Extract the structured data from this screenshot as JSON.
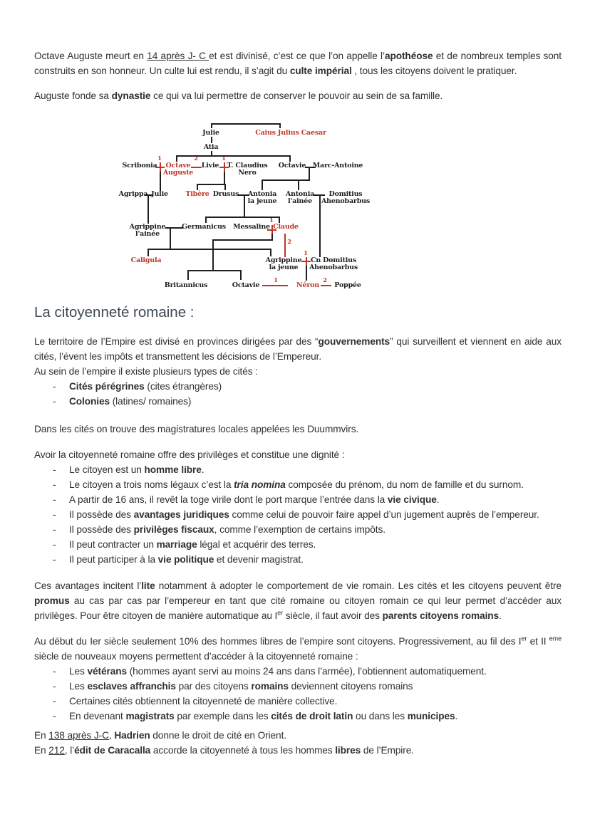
{
  "heading": "La citoyenneté romaine :",
  "colors": {
    "tree_red": "#bd3627",
    "heading": "#3e4953",
    "body_text": "#303030"
  },
  "lists": {
    "bullet": "-"
  },
  "paragraphs": {
    "p1": [
      {
        "t": "Octave Auguste meurt en "
      },
      {
        "t": "14 après J- C ",
        "u": true
      },
      {
        "t": "et est divinisé, c’est ce que l’on appelle l’"
      },
      {
        "t": "apothéose",
        "b": true
      },
      {
        "t": " et de nombreux temples sont construits en son honneur. Un culte lui est rendu, il s’agit du "
      },
      {
        "t": "culte impérial",
        "b": true
      },
      {
        "t": " , tous les citoyens doivent le pratiquer."
      }
    ],
    "p2": [
      {
        "t": "Auguste fonde sa "
      },
      {
        "t": "dynastie",
        "b": true
      },
      {
        "t": " ce qui va lui permettre de conserver le pouvoir au sein de sa famille."
      }
    ],
    "territory": [
      {
        "t": "Le territoire de l’Empire est divisé en provinces dirigées par des “"
      },
      {
        "t": "gouvernements",
        "b": true
      },
      {
        "t": "” qui surveillent et viennent en aide aux cités, l’évent les impôts et transmettent les décisions de l’Empereur."
      }
    ],
    "territory2": [
      {
        "t": " Au sein de l’empire il existe plusieurs types de cités :"
      }
    ],
    "duummvirs": [
      {
        "t": "Dans les cités on trouve des magistratures locales appelées les Duummvirs."
      }
    ],
    "privileges_intro": [
      {
        "t": "Avoir la citoyenneté romaine offre des privilèges et constitue une dignité :"
      }
    ],
    "elite": [
      {
        "t": "Ces avantages incitent l’"
      },
      {
        "t": "lite",
        "b": true
      },
      {
        "t": " notamment à adopter le comportement de vie romain. Les cités et les citoyens peuvent être "
      },
      {
        "t": "promus",
        "b": true
      },
      {
        "t": " au cas par cas par l’empereur en tant que cité romaine ou citoyen romain ce qui leur permet d’accéder aux privilèges. Pour être citoyen de manière automatique au I"
      },
      {
        "t": "er",
        "sup": true
      },
      {
        "t": " siècle, il faut avoir des "
      },
      {
        "t": "parents citoyens romains",
        "b": true
      },
      {
        "t": "."
      }
    ],
    "progress": [
      {
        "t": "Au début du Ier siècle seulement 10% des hommes libres de l’empire sont citoyens. Progressivement, au fil des I"
      },
      {
        "t": "er",
        "sup": true
      },
      {
        "t": " et II "
      },
      {
        "t": "eme",
        "sup": true
      },
      {
        "t": " siècle de nouveaux moyens permettent d’accéder à la citoyenneté romaine :"
      }
    ],
    "hadrien": [
      {
        "t": "En "
      },
      {
        "t": "138 après J-C",
        "u": true
      },
      {
        "t": ", "
      },
      {
        "t": "Hadrien",
        "b": true
      },
      {
        "t": " donne le droit de cité en Orient."
      }
    ],
    "caracalla": [
      {
        "t": "En "
      },
      {
        "t": "212",
        "u": true
      },
      {
        "t": ", l’"
      },
      {
        "t": "édit de Caracalla",
        "b": true
      },
      {
        "t": " accorde la citoyenneté à tous les hommes "
      },
      {
        "t": "libres",
        "b": true
      },
      {
        "t": " de l’Empire."
      }
    ]
  },
  "list_items": {
    "cities": [
      [
        {
          "t": "Cités pérégrines",
          "b": true
        },
        {
          "t": " (cites étrangères)"
        }
      ],
      [
        {
          "t": "Colonies",
          "b": true
        },
        {
          "t": " (latines/ romaines)"
        }
      ]
    ],
    "privileges": [
      [
        {
          "t": "Le citoyen est un "
        },
        {
          "t": "homme libre",
          "b": true
        },
        {
          "t": "."
        }
      ],
      [
        {
          "t": "Le citoyen a trois noms légaux c’est la "
        },
        {
          "t": "tria nomina",
          "b": true,
          "i": true
        },
        {
          "t": " composée du prénom, du nom de famille et du surnom."
        }
      ],
      [
        {
          "t": "A partir de 16 ans, il revêt la toge virile dont le port marque l’entrée dans la "
        },
        {
          "t": "vie civique",
          "b": true
        },
        {
          "t": "."
        }
      ],
      [
        {
          "t": "Il possède des "
        },
        {
          "t": "avantages juridiques",
          "b": true
        },
        {
          "t": " comme celui de pouvoir faire appel d’un jugement auprès de l’empereur."
        }
      ],
      [
        {
          "t": "Il possède des "
        },
        {
          "t": "privilèges fiscaux",
          "b": true
        },
        {
          "t": ", comme l’exemption de certains impôts."
        }
      ],
      [
        {
          "t": "Il peut contracter un "
        },
        {
          "t": "marriage",
          "b": true
        },
        {
          "t": " légal et acquérir des terres."
        }
      ],
      [
        {
          "t": "Il peut participer à la "
        },
        {
          "t": "vie politique",
          "b": true
        },
        {
          "t": " et devenir magistrat."
        }
      ]
    ],
    "access": [
      [
        {
          "t": "Les "
        },
        {
          "t": "vétérans",
          "b": true
        },
        {
          "t": " (hommes ayant servi au moins 24 ans dans l’armée), l’obtiennent automatiquement."
        }
      ],
      [
        {
          "t": "Les "
        },
        {
          "t": "esclaves affranchis",
          "b": true
        },
        {
          "t": " par des citoyens "
        },
        {
          "t": "romains",
          "b": true
        },
        {
          "t": " deviennent citoyens romains"
        }
      ],
      [
        {
          "t": "Certaines cités obtiennent la citoyenneté de manière collective."
        }
      ],
      [
        {
          "t": "En devenant "
        },
        {
          "t": "magistrats",
          "b": true
        },
        {
          "t": " par exemple dans les "
        },
        {
          "t": "cités de droit latin",
          "b": true
        },
        {
          "t": " ou dans les "
        },
        {
          "t": "municipes",
          "b": true
        },
        {
          "t": "."
        }
      ]
    ]
  },
  "tree": {
    "nodes": [
      {
        "label": "Julie"
      },
      {
        "label": "Caius Julius Caesar",
        "red": true
      },
      {
        "label": "Atia"
      },
      {
        "label": "Scribonia"
      },
      {
        "label": "Octave\nAuguste",
        "red": true
      },
      {
        "label": "Livie"
      },
      {
        "label": "T. Claudius\nNero"
      },
      {
        "label": "Octavie"
      },
      {
        "label": "Marc-Antoine"
      },
      {
        "label": "Agrippa"
      },
      {
        "label": "Julie"
      },
      {
        "label": "Tibère",
        "red": true
      },
      {
        "label": "Drusus"
      },
      {
        "label": "Antonia\nla jeune"
      },
      {
        "label": "Antonia\nl'ainée"
      },
      {
        "label": "Domitius\nAhenobarbus"
      },
      {
        "label": "Agrippine\nl'ainée"
      },
      {
        "label": "Germanicus"
      },
      {
        "label": "Messaline"
      },
      {
        "label": "Claude",
        "red": true
      },
      {
        "label": "Caligula",
        "red": true
      },
      {
        "label": "Agrippine\nla jeune"
      },
      {
        "label": "Cn Domitius\nAhenobarbus"
      },
      {
        "label": "Britannicus"
      },
      {
        "label": "Octavie"
      },
      {
        "label": "Néron",
        "red": true
      },
      {
        "label": "Poppée"
      }
    ],
    "numbers": [
      "1",
      "2",
      "1",
      "1",
      "2",
      "1",
      "1",
      "2"
    ]
  }
}
